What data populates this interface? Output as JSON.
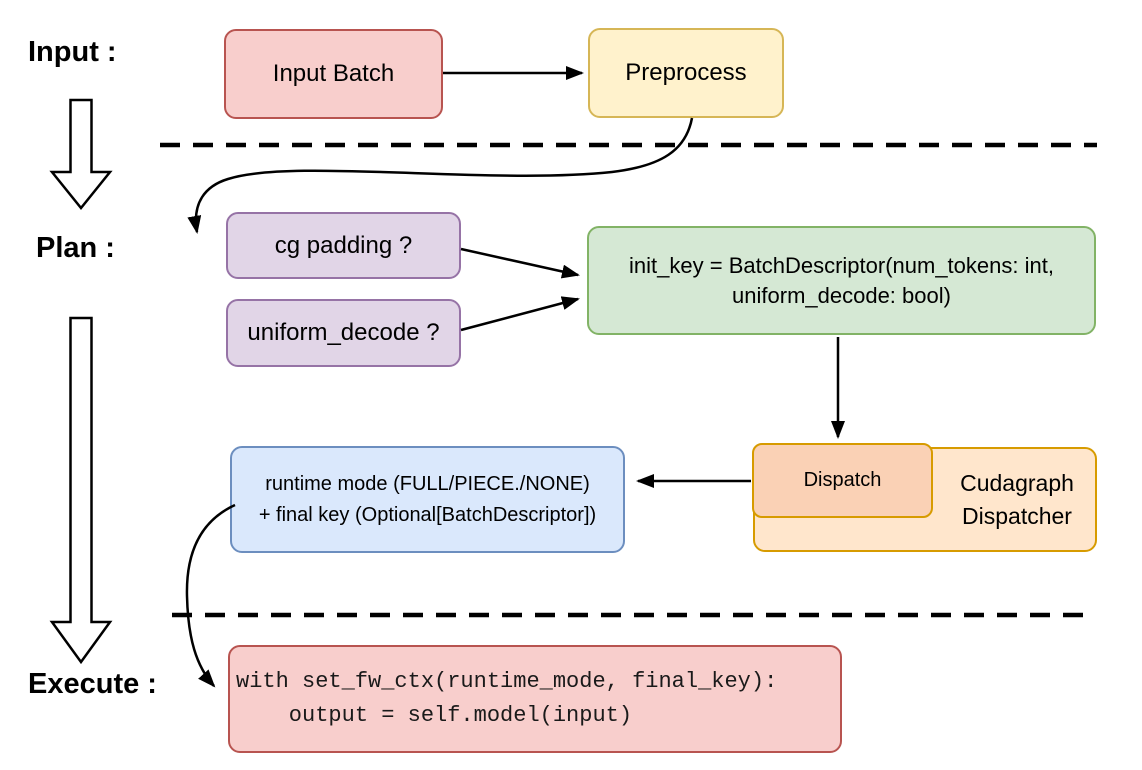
{
  "sections": {
    "input": {
      "label": "Input :"
    },
    "plan": {
      "label": "Plan :"
    },
    "execute": {
      "label": "Execute :"
    }
  },
  "nodes": {
    "input_batch": {
      "label": "Input Batch"
    },
    "preprocess": {
      "label": "Preprocess"
    },
    "cg_padding": {
      "label": "cg padding ?"
    },
    "uniform_decode": {
      "label": "uniform_decode ?"
    },
    "init_key": {
      "line1": "init_key = BatchDescriptor(num_tokens: int,",
      "line2": "uniform_decode: bool)"
    },
    "dispatch": {
      "label": "Dispatch"
    },
    "cudagraph_dispatcher": {
      "line1": "Cudagraph",
      "line2": "Dispatcher"
    },
    "runtime_mode": {
      "line1": "runtime mode (FULL/PIECE./NONE)",
      "line2": "+ final key (Optional[BatchDescriptor])"
    },
    "execute_code": {
      "line1": "with set_fw_ctx(runtime_mode, final_key):",
      "line2": "    output = self.model(input)"
    }
  },
  "colors": {
    "red_fill": "#F8CECC",
    "red_stroke": "#B85450",
    "yellow_fill": "#FFF2CC",
    "yellow_stroke": "#D6B656",
    "purple_fill": "#E1D5E7",
    "purple_stroke": "#9673A6",
    "green_fill": "#D5E8D4",
    "green_stroke": "#82B366",
    "blue_fill": "#DAE8FC",
    "blue_stroke": "#6C8EBF",
    "orange_fill": "#FFE6CC",
    "orange_inner_fill": "#FAD1B5",
    "orange_stroke": "#D79B00",
    "arrow": "#000000",
    "background": "#FFFFFF"
  }
}
